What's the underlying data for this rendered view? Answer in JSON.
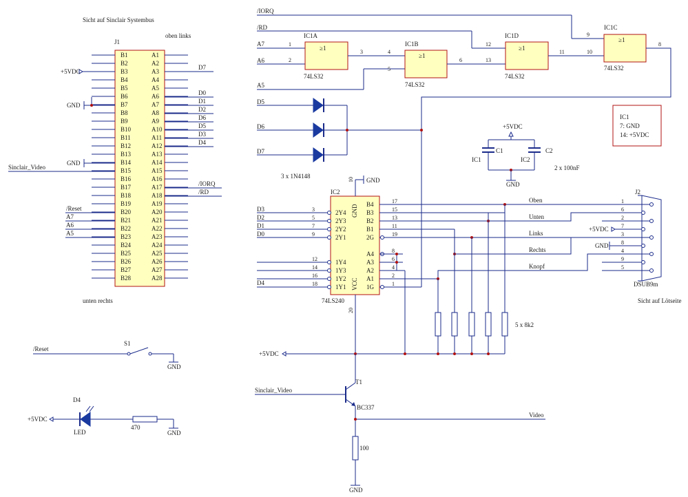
{
  "j1": {
    "title": "Sicht auf Sinclair Systembus",
    "ref": "J1",
    "top_note": "oben links",
    "bottom_note": "unten rechts",
    "pins_b": [
      "B1",
      "B2",
      "B3",
      "B4",
      "B5",
      "B6",
      "B7",
      "B8",
      "B9",
      "B10",
      "B11",
      "B12",
      "B13",
      "B14",
      "B15",
      "B16",
      "B17",
      "B18",
      "B19",
      "B20",
      "B21",
      "B22",
      "B23",
      "B24",
      "B25",
      "B26",
      "B27",
      "B28"
    ],
    "pins_a": [
      "A1",
      "A2",
      "A3",
      "A4",
      "A5",
      "A6",
      "A7",
      "A8",
      "A9",
      "A10",
      "A11",
      "A12",
      "A13",
      "A14",
      "A15",
      "A16",
      "A17",
      "A18",
      "A19",
      "A20",
      "A21",
      "A22",
      "A23",
      "A24",
      "A25",
      "A26",
      "A27",
      "A28"
    ],
    "left_labels": {
      "b3": "+5VDC",
      "b6": "GND",
      "b14": "GND",
      "b15": "Sinclair_Video",
      "b19": "/Reset",
      "b20": "A7",
      "b21": "A6",
      "b22": "A5"
    },
    "right_labels": {
      "a3": "D7",
      "a5": "D0",
      "a6": "D1",
      "a7": "D2",
      "a8": "D6",
      "a10": "D5",
      "a11": "D3",
      "a12": "D4",
      "a17": "/IORQ",
      "a18": "/RD"
    }
  },
  "logic": {
    "sig_iorq": "/IORQ",
    "sig_rd": "/RD",
    "sig_a7": "A7",
    "sig_a6": "A6",
    "sig_a5": "A5",
    "ic1a": "IC1A",
    "ic1b": "IC1B",
    "ic1c": "IC1C",
    "ic1d": "IC1D",
    "part": "74LS32",
    "or_sym": "≥1",
    "pin1": "1",
    "pin2": "2",
    "pin3": "3",
    "pin4": "4",
    "pin5": "5",
    "pin6": "6",
    "pin8": "8",
    "pin9": "9",
    "pin10": "10",
    "pin11": "11",
    "pin12": "12",
    "pin13": "13"
  },
  "diodes": {
    "d5": "D5",
    "d6": "D6",
    "d7": "D7",
    "label": "3 x 1N4148"
  },
  "power_box": {
    "l1": "IC1",
    "l2": "7: GND",
    "l3": "14: +5VDC"
  },
  "caps": {
    "vcc": "+5VDC",
    "c1": "C1",
    "c2": "C2",
    "ic1": "IC1",
    "ic2": "IC2",
    "value": "2 x 100nF",
    "gnd": "GND"
  },
  "ic2": {
    "ref": "IC2",
    "part": "74LS240",
    "gnd_pin": "10",
    "gnd": "GND",
    "vcc_pin": "20",
    "gnd_vert": "GND",
    "vcc_vert": "VCC",
    "left_sigs": [
      "D3",
      "D2",
      "D1",
      "D0",
      "D4"
    ],
    "left_nums": [
      "3",
      "5",
      "7",
      "9",
      "12",
      "14",
      "16",
      "18"
    ],
    "left_pins": [
      "2Y4",
      "2Y3",
      "2Y2",
      "2Y1",
      "1Y4",
      "1Y3",
      "1Y2",
      "1Y1"
    ],
    "right_pins": [
      "B4",
      "B3",
      "B2",
      "B1",
      "2G",
      "A4",
      "A3",
      "A2",
      "A1",
      "1G"
    ],
    "right_nums": [
      "17",
      "15",
      "13",
      "11",
      "19",
      "8",
      "6",
      "4",
      "2",
      "1"
    ]
  },
  "joystick": {
    "oben": "Oben",
    "unten": "Unten",
    "links": "Links",
    "rechts": "Rechts",
    "knopf": "Knopf",
    "vcc": "+5VDC",
    "gnd": "GND"
  },
  "dsub": {
    "ref": "J2",
    "part": "DSUB9m",
    "note": "Sicht auf Lötseite",
    "nums": [
      "1",
      "6",
      "2",
      "7",
      "3",
      "8",
      "4",
      "9",
      "5"
    ]
  },
  "pullups": {
    "label": "5 x 8k2"
  },
  "power": {
    "vcc_rail": "+5VDC"
  },
  "transistor": {
    "ref": "T1",
    "part": "BC337",
    "input": "Sinclair_Video",
    "output": "Video",
    "resistor": "100",
    "gnd": "GND"
  },
  "reset": {
    "label": "/Reset",
    "switch": "S1",
    "gnd": "GND"
  },
  "led": {
    "ref": "D4",
    "name": "LED",
    "vcc": "+5VDC",
    "resistor": "470",
    "gnd": "GND"
  }
}
